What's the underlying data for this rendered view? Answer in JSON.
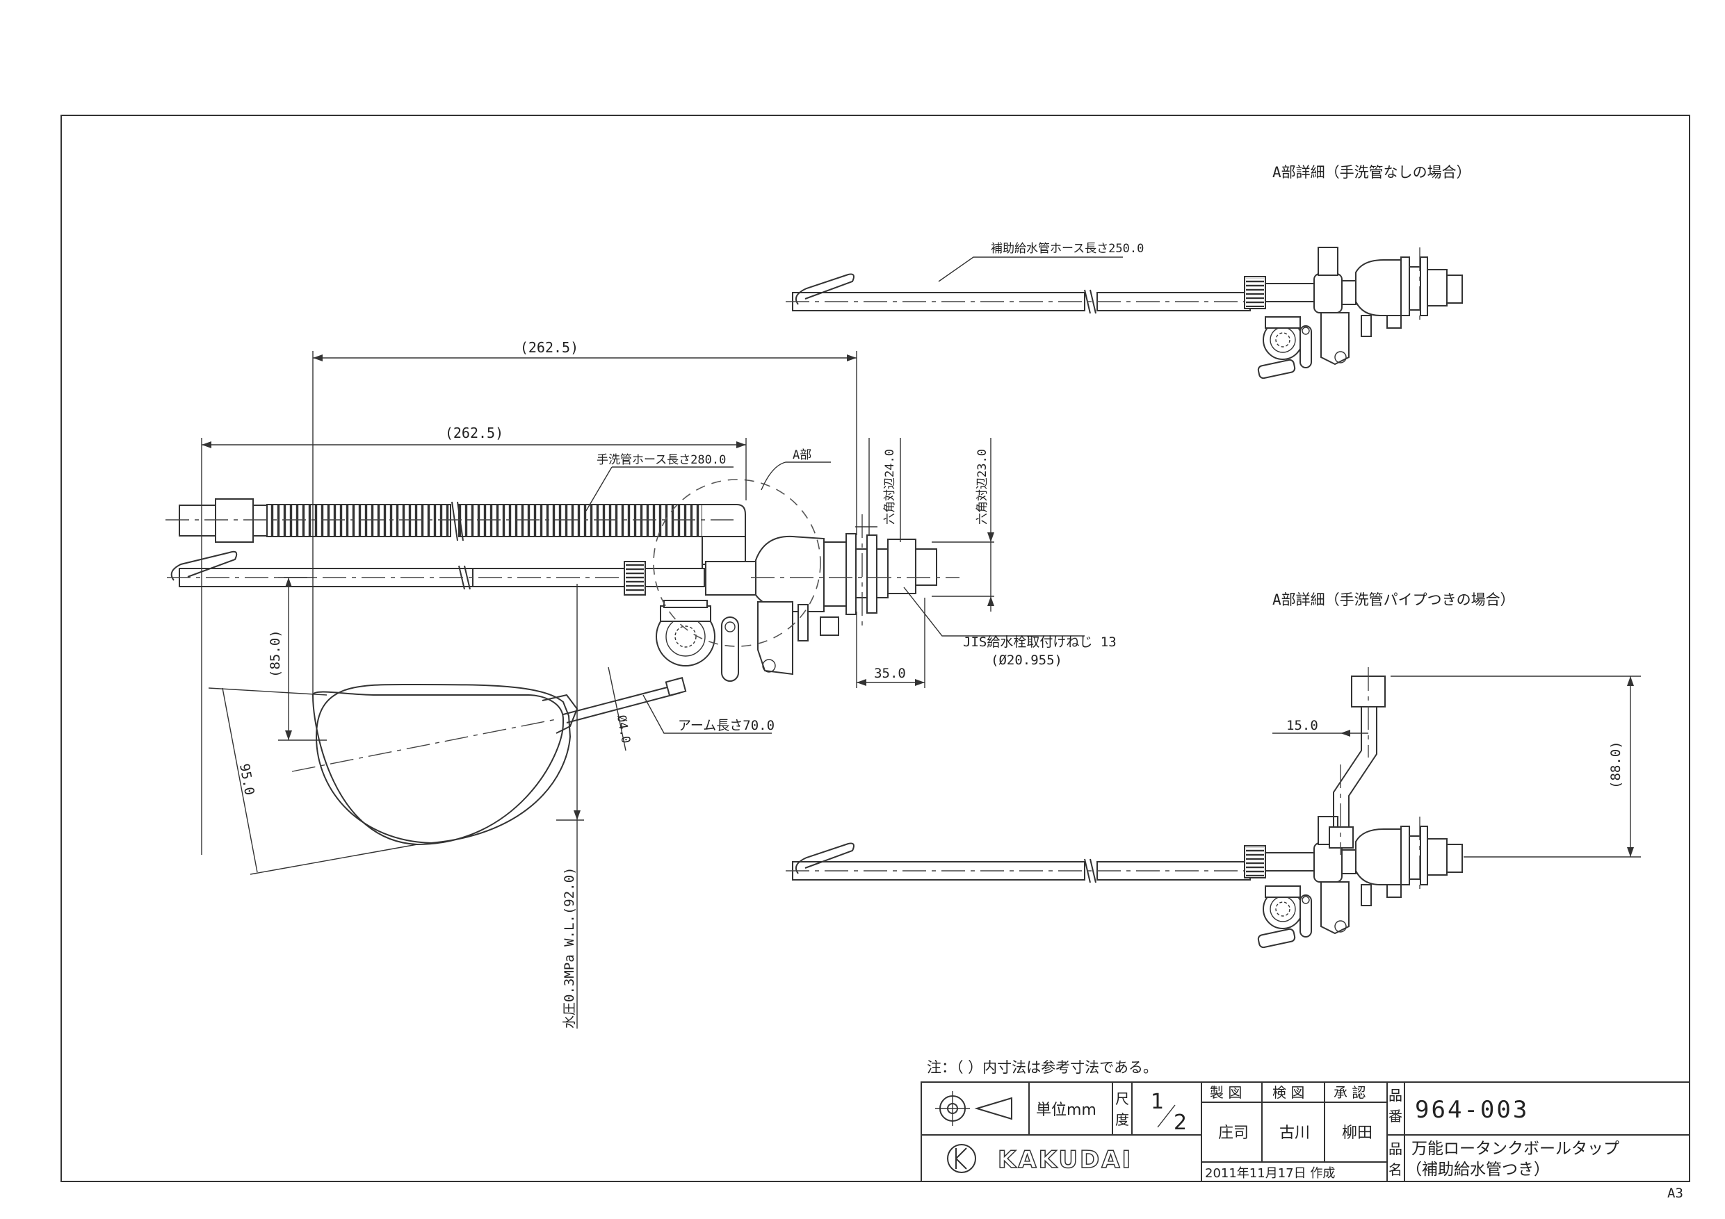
{
  "labels": {
    "detail_no_pipe": "A部詳細（手洗管なしの場合）",
    "detail_with_pipe": "A部詳細（手洗管パイプつきの場合）",
    "aux_hose_length": "補助給水管ホース長さ250.0",
    "dim_262_top": "(262.5)",
    "dim_262_mid": "(262.5)",
    "hand_hose_length": "手洗管ホース長さ280.0",
    "part_a": "A部",
    "hex_24": "六角対辺24.0",
    "hex_23": "六角対辺23.0",
    "jis_thread": "JIS給水栓取付けねじ 13",
    "diameter_thread": "(Ø20.955)",
    "dim_35": "35.0",
    "dim_85": "(85.0)",
    "dim_95": "95.0",
    "dim_phi4": "Ø4.0",
    "arm_length": "アーム長さ70.0",
    "water_pressure": "水圧0.3MPa W.L.(92.0)",
    "dim_15": "15.0",
    "dim_88": "(88.0)",
    "note": "注：（ ）内寸法は参考寸法である。",
    "sheet_size": "A3"
  },
  "title_block": {
    "unit_label": "単位mm",
    "scale_label_1": "尺",
    "scale_label_2": "度",
    "scale_num": "1",
    "scale_den": "2",
    "made_by_head": "製 図",
    "checked_head": "検 図",
    "approved_head": "承 認",
    "made_by": "庄司",
    "checked_by": "古川",
    "approved_by": "柳田",
    "date": "2011年11月17日 作成",
    "part_no_head_1": "品",
    "part_no_head_2": "番",
    "part_no": "964-003",
    "part_name_head_1": "品",
    "part_name_head_2": "名",
    "part_name_1": "万能ロータンクボールタップ",
    "part_name_2": "（補助給水管つき）",
    "brand": "KAKUDAI"
  },
  "icons": {
    "projection": "third-angle-projection-icon",
    "logo": "kakudai-logo-icon"
  }
}
